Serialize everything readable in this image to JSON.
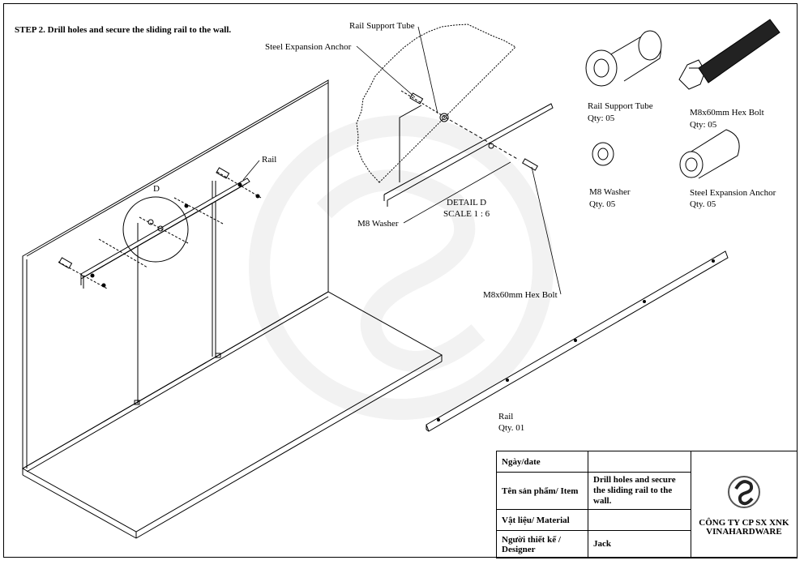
{
  "step_title": "STEP 2. Drill holes and secure the sliding rail to the wall.",
  "labels": {
    "rail": "Rail",
    "detail_marker": "D",
    "rail_support_tube": "Rail Support Tube",
    "steel_expansion_anchor": "Steel Expansion Anchor",
    "m8_washer": "M8 Washer",
    "hex_bolt": "M8x60mm Hex Bolt",
    "detail_title": "DETAIL D",
    "detail_scale": "SCALE 1 : 6"
  },
  "parts": [
    {
      "name": "Rail Support Tube",
      "qty": "Qty: 05"
    },
    {
      "name": "M8x60mm Hex Bolt",
      "qty": "Qty: 05"
    },
    {
      "name": "M8 Washer",
      "qty": "Qty. 05"
    },
    {
      "name": "Steel Expansion Anchor",
      "qty": "Qty. 05"
    },
    {
      "name": "Rail",
      "qty": "Qty. 01"
    }
  ],
  "title_block": {
    "date_label": "Ngày/date",
    "date_value": "",
    "item_label": "Tên sản phẩm/ Item",
    "item_value": "Drill holes and secure the sliding rail to the wall.",
    "material_label": "Vật liệu/ Material",
    "material_value": "",
    "designer_label": "Người thiết kế / Designer",
    "designer_value": "Jack",
    "company": "CÔNG TY CP SX XNK VINAHARDWARE"
  }
}
